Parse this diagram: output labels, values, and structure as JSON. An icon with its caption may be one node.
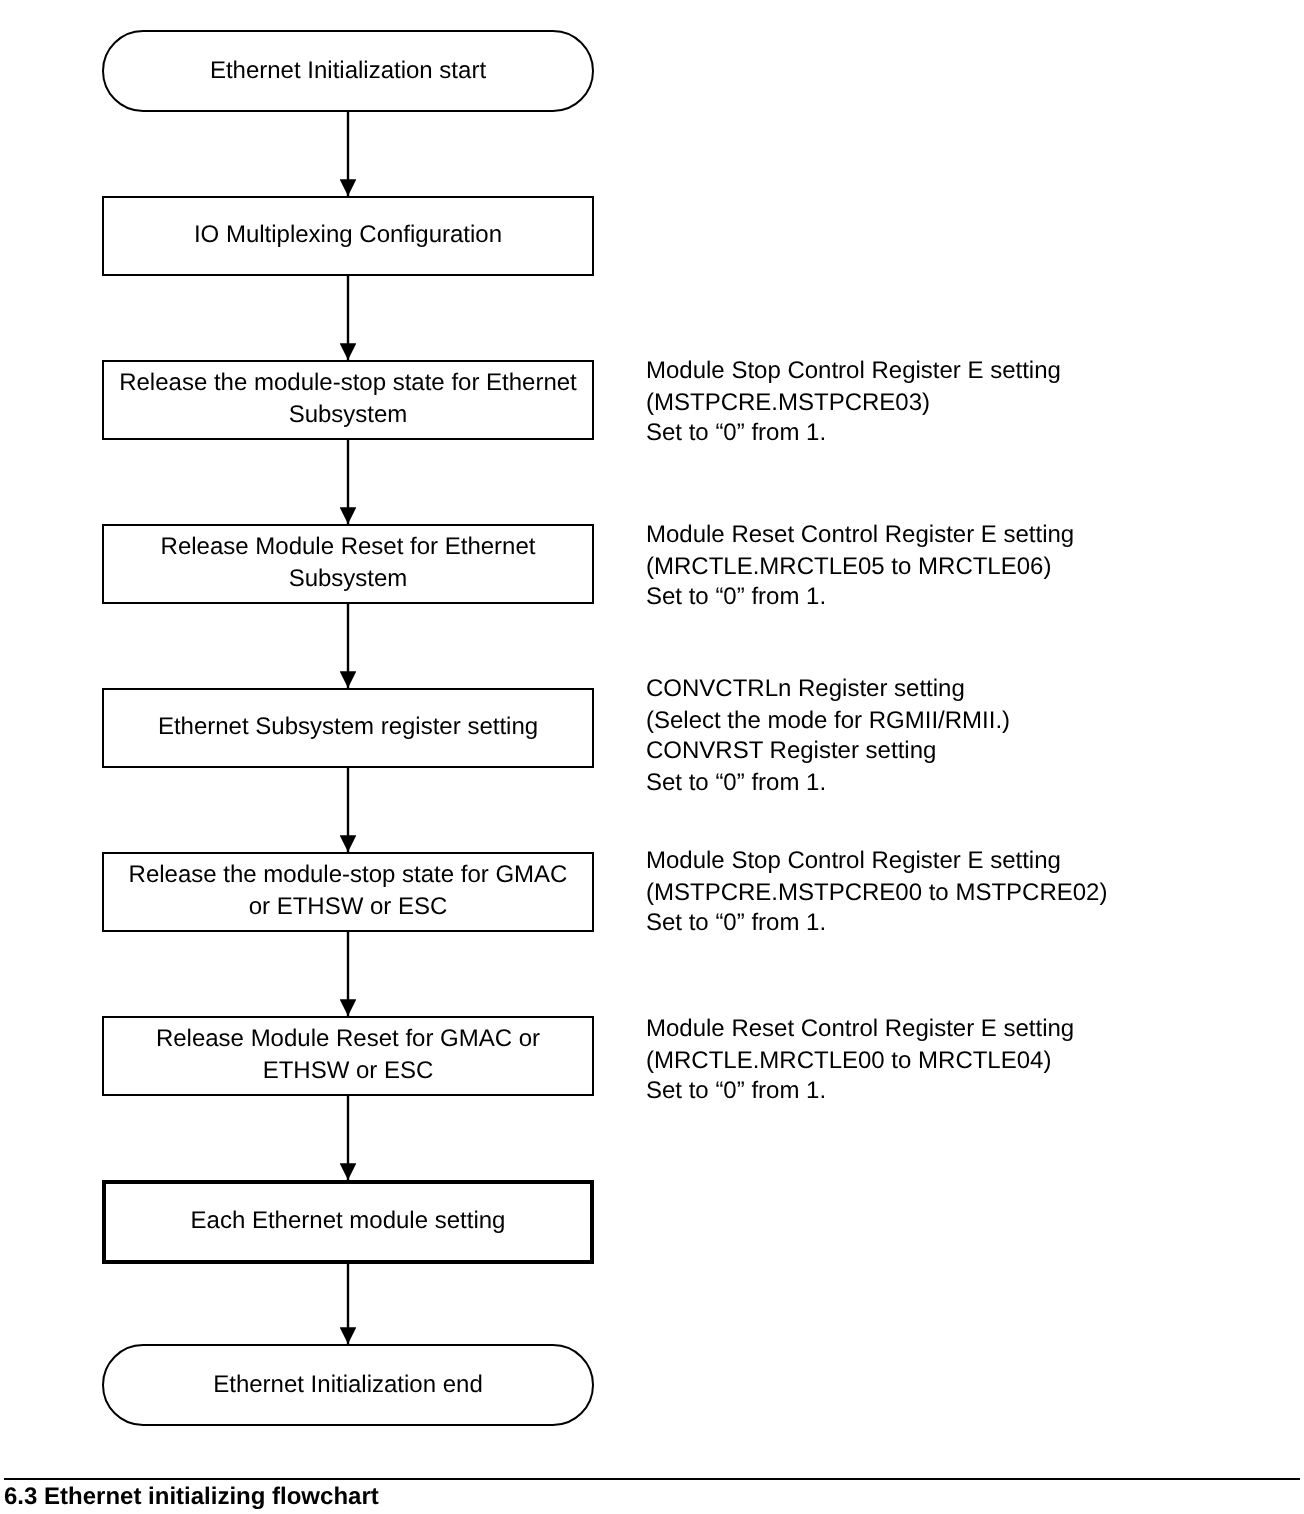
{
  "diagram": {
    "caption": "6.3 Ethernet initializing flowchart",
    "nodes": [
      {
        "text": [
          "Ethernet Initialization start"
        ]
      },
      {
        "text": [
          "IO Multiplexing Configuration"
        ]
      },
      {
        "text": [
          "Release the module-stop state for Ethernet Subsystem"
        ],
        "beside": [
          "Module Stop Control Register E setting",
          "(MSTPCRE.MSTPCRE03)",
          "Set to “0” from 1."
        ]
      },
      {
        "text": [
          "Release Module Reset  for Ethernet Subsystem"
        ],
        "beside": [
          "Module Reset Control Register E setting",
          "(MRCTLE.MRCTLE05 to MRCTLE06)",
          "Set to “0” from 1."
        ]
      },
      {
        "text": [
          "Ethernet Subsystem register setting"
        ],
        "beside": [
          "CONVCTRLn Register setting",
          "(Select the mode for RGMII/RMII.)",
          "CONVRST    Register setting",
          "Set to “0” from 1."
        ]
      },
      {
        "text": [
          "Release the module-stop state for GMAC or ETHSW or ESC"
        ],
        "beside": [
          "Module Stop Control Register E setting",
          "(MSTPCRE.MSTPCRE00 to MSTPCRE02)",
          "Set to “0” from 1."
        ]
      },
      {
        "text": [
          "Release Module Reset  for GMAC or ETHSW or ESC"
        ],
        "beside": [
          "Module Reset Control Register E setting",
          "(MRCTLE.MRCTLE00 to MRCTLE04)",
          "Set to “0” from 1."
        ]
      },
      {
        "text": [
          "Each Ethernet module setting"
        ]
      },
      {
        "text": [
          "Ethernet Initialization end"
        ]
      }
    ],
    "edges": [
      {
        "from": 0,
        "to": 1,
        "arrow": "to"
      },
      {
        "from": 1,
        "to": 2,
        "arrow": "to"
      },
      {
        "from": 2,
        "to": 3,
        "arrow": "to"
      },
      {
        "from": 3,
        "to": 4,
        "arrow": "to"
      },
      {
        "from": 4,
        "to": 5,
        "arrow": "to"
      },
      {
        "from": 5,
        "to": 6,
        "arrow": "to"
      },
      {
        "from": 6,
        "to": 7,
        "arrow": "to"
      },
      {
        "from": 7,
        "to": 8,
        "arrow": "to"
      }
    ]
  }
}
